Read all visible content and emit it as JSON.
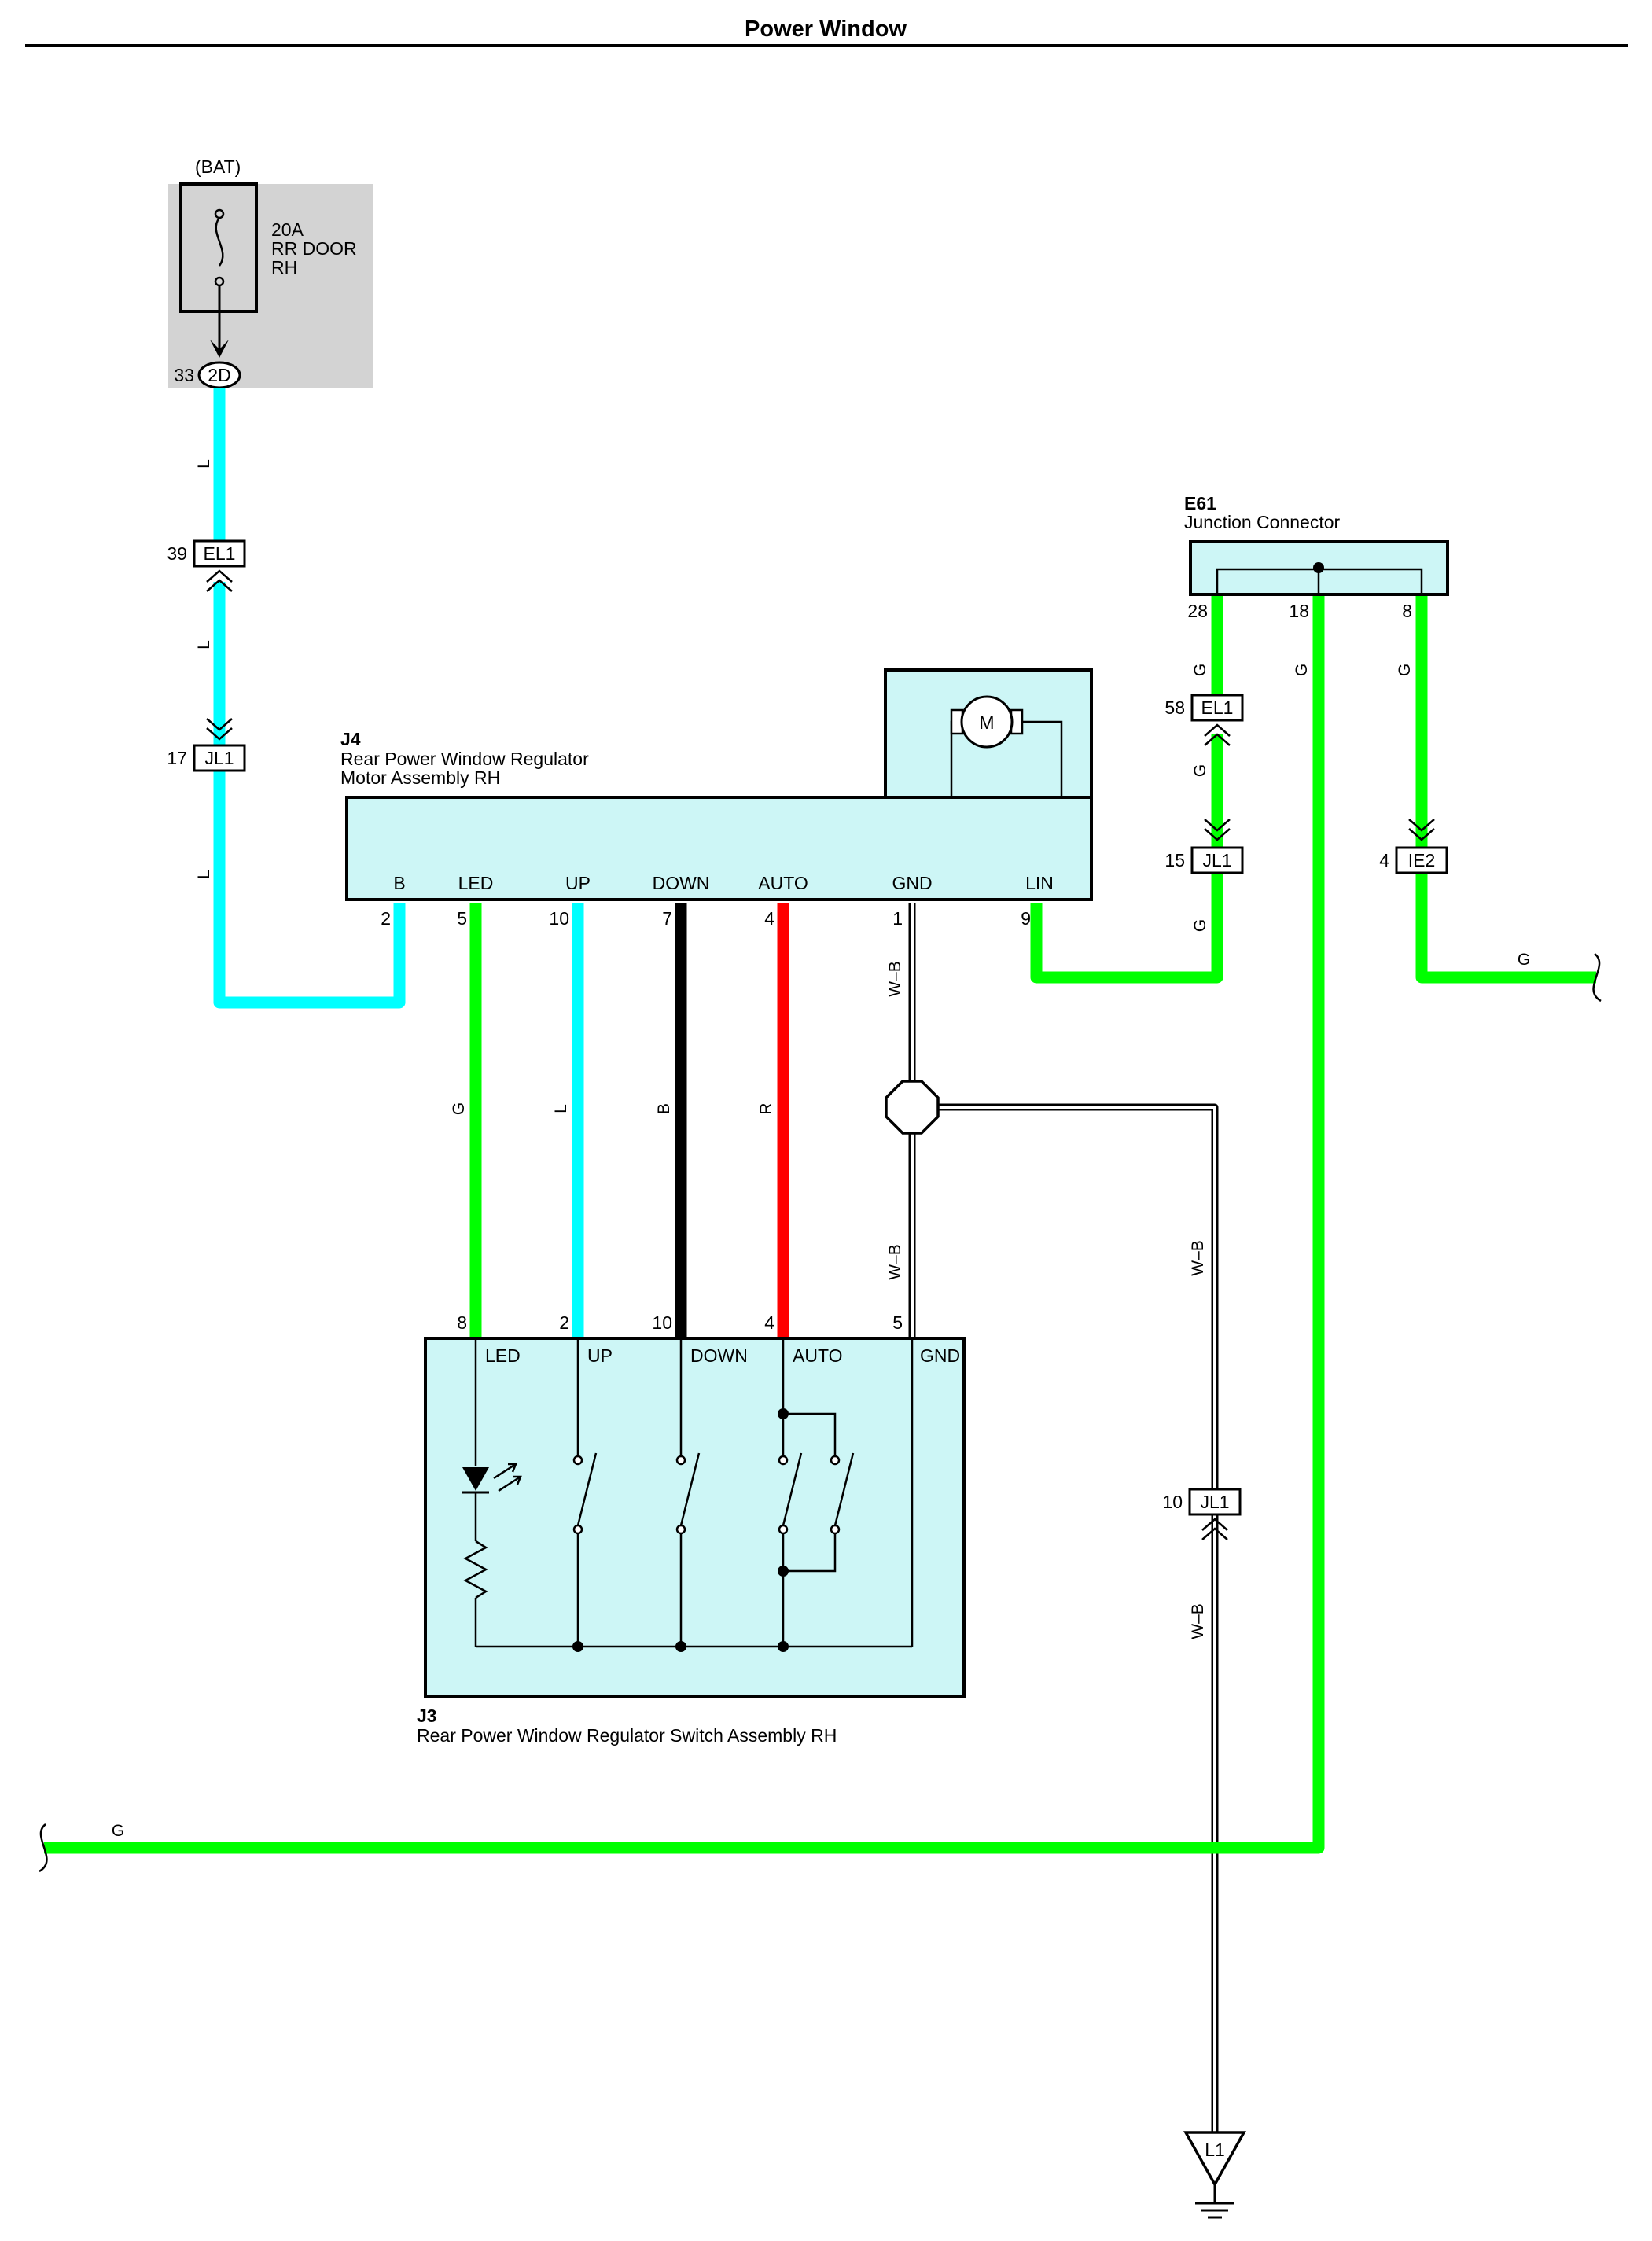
{
  "title": "Power Window",
  "colors": {
    "L": "#00ffff",
    "G": "#00ff00",
    "B": "#000000",
    "R": "#ff0000",
    "W-B": "#ffffff",
    "component_fill": "#cdf6f6",
    "fuse_box_fill": "#d3d3d3"
  },
  "fuse": {
    "source": "(BAT)",
    "rating": "20A",
    "name_line1": "RR DOOR",
    "name_line2": "RH",
    "connector": "2D",
    "pin": "33"
  },
  "components": {
    "j4": {
      "code": "J4",
      "name_line1": "Rear Power Window Regulator",
      "name_line2": "Motor Assembly RH",
      "motor": "M",
      "terminals": [
        {
          "name": "B",
          "pin": "2"
        },
        {
          "name": "LED",
          "pin": "5"
        },
        {
          "name": "UP",
          "pin": "10"
        },
        {
          "name": "DOWN",
          "pin": "7"
        },
        {
          "name": "AUTO",
          "pin": "4"
        },
        {
          "name": "GND",
          "pin": "1"
        },
        {
          "name": "LIN",
          "pin": "9"
        }
      ]
    },
    "j3": {
      "code": "J3",
      "name": "Rear Power Window Regulator Switch Assembly RH",
      "terminals": [
        {
          "name": "LED",
          "pin": "8"
        },
        {
          "name": "UP",
          "pin": "2"
        },
        {
          "name": "DOWN",
          "pin": "10"
        },
        {
          "name": "AUTO",
          "pin": "4"
        },
        {
          "name": "GND",
          "pin": "5"
        }
      ]
    },
    "e61": {
      "code": "E61",
      "name": "Junction Connector",
      "pins": [
        "28",
        "18",
        "8"
      ]
    }
  },
  "connectors": {
    "el1_upper": {
      "name": "EL1",
      "pin": "39"
    },
    "jl1_upper": {
      "name": "JL1",
      "pin": "17"
    },
    "el1_right": {
      "name": "EL1",
      "pin": "58"
    },
    "jl1_right": {
      "name": "JL1",
      "pin": "15"
    },
    "ie2": {
      "name": "IE2",
      "pin": "4"
    },
    "jl1_lower": {
      "name": "JL1",
      "pin": "10"
    }
  },
  "ground": {
    "name": "L1"
  },
  "wire_labels": {
    "battery_l1": "L",
    "battery_l2": "L",
    "battery_l3": "L",
    "led": "G",
    "up": "L",
    "down": "B",
    "auto": "R",
    "gnd_upper": "W–B",
    "gnd_lower": "W–B",
    "gnd_right": "W–B",
    "gnd_bottom": "W–B",
    "e61_28": "G",
    "e61_18": "G",
    "e61_8": "G",
    "el1_jl1": "G",
    "jl1_lin": "G",
    "ie2_out": "G",
    "bottom_bus": "G"
  }
}
